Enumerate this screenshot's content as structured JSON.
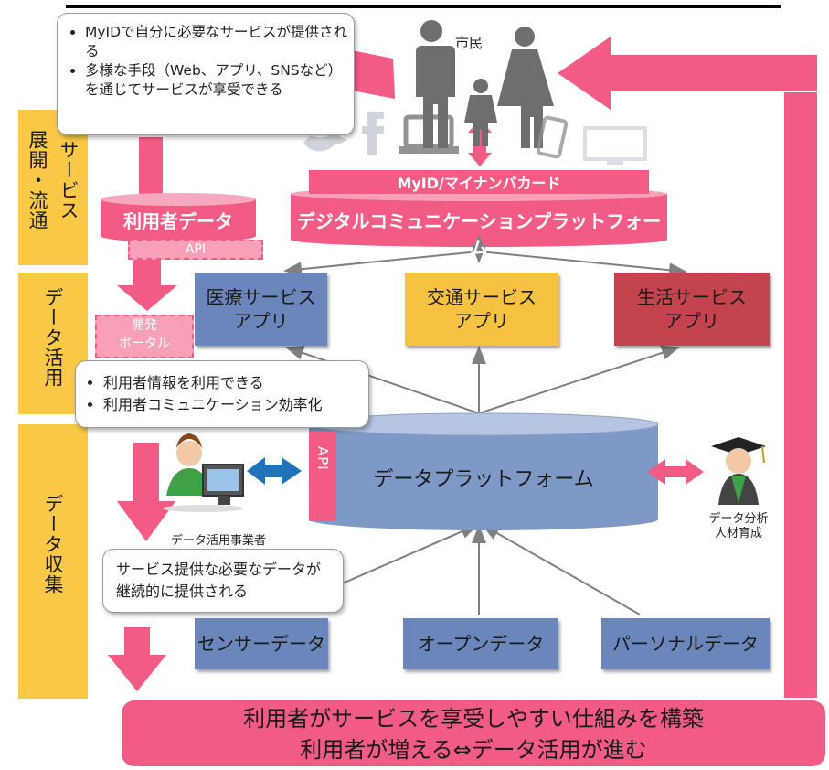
{
  "citizens": {
    "label": "市民"
  },
  "callout_top": {
    "items": [
      "MyIDで自分に必要なサービスが提供される",
      "多様な手段（Web、アプリ、SNSなど）を通じてサービスが享受できる"
    ]
  },
  "platform": {
    "myid": "MyID/マイナンバカード",
    "dcp": "デジタルコミュニケーションプラットフォーム"
  },
  "user_data": {
    "label": "利用者データ",
    "api": "API"
  },
  "dev_portal": {
    "line1": "開発",
    "line2": "ポータル"
  },
  "side_labels": {
    "service": "サービス展開・流通",
    "service_col1": "サービス",
    "service_col2": "展開・流通",
    "data_use": "データ活用",
    "data_collect": "データ収集"
  },
  "apps": [
    {
      "line1": "医療サービス",
      "line2": "アプリ"
    },
    {
      "line1": "交通サービス",
      "line2": "アプリ"
    },
    {
      "line1": "生活サービス",
      "line2": "アプリ"
    }
  ],
  "callout_mid": {
    "items": [
      "利用者情報を利用できる",
      "利用者コミュニケーション効率化"
    ]
  },
  "data_platform": {
    "label": "データプラットフォーム",
    "api": "API"
  },
  "business_user": {
    "label": "データ活用事業者"
  },
  "analyst": {
    "line1": "データ分析",
    "line2": "人材育成"
  },
  "callout_low": {
    "text": "サービス提供な必要なデータが継続的に提供される"
  },
  "sources": [
    "センサーデータ",
    "オープンデータ",
    "パーソナルデータ"
  ],
  "bottom": {
    "line1": "利用者がサービスを享受しやすい仕組みを構築",
    "line2": "利用者が増える⇔データ活用が進む"
  },
  "colors": {
    "pink": "#F25C84",
    "blue": "#6A86BA",
    "yellow": "#F7C241",
    "red": "#C3444E",
    "side": "#F9C846"
  }
}
